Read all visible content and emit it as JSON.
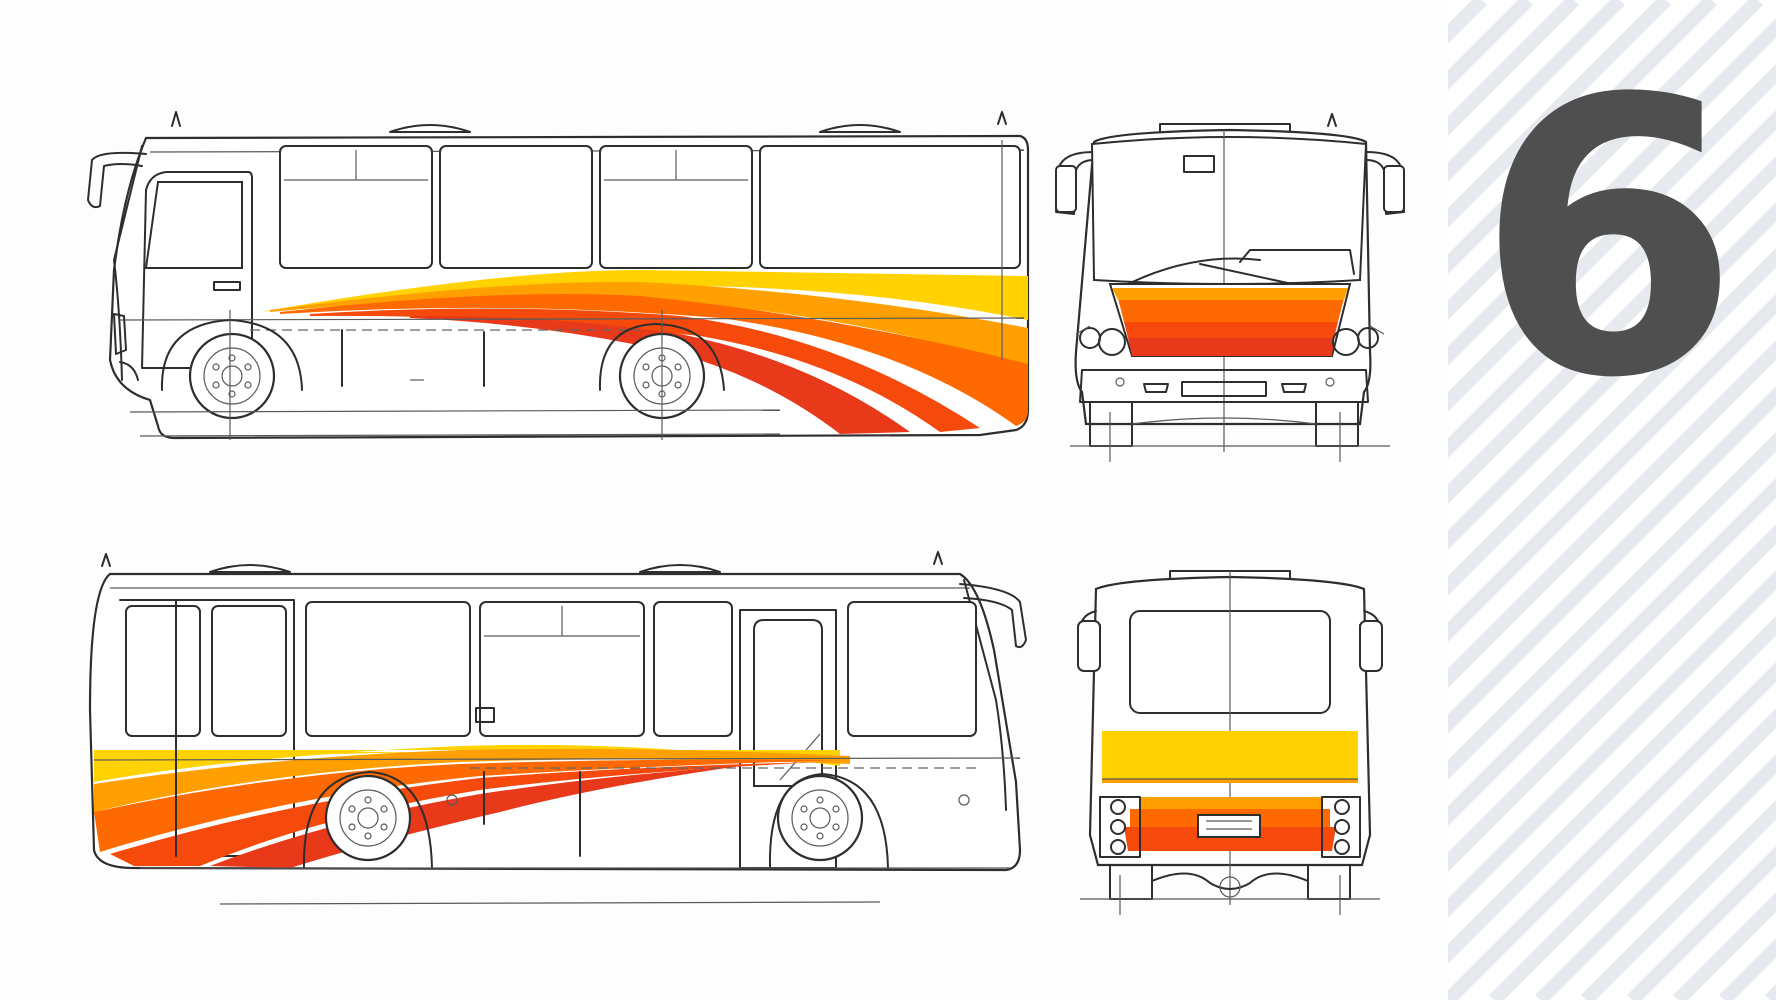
{
  "page_number": "6",
  "colors": {
    "number": "#4f4f4f",
    "stripe": "#e6e9ed",
    "stripe_background": "#ffffff",
    "yellow": "#ffd200",
    "light_orange": "#ffa000",
    "orange": "#ff6a00",
    "deep_orange": "#f54a0c",
    "red_orange": "#e8391a",
    "line": "#2e2e2e"
  },
  "views": [
    "side-view-left",
    "front-view",
    "side-view-right",
    "rear-view"
  ]
}
